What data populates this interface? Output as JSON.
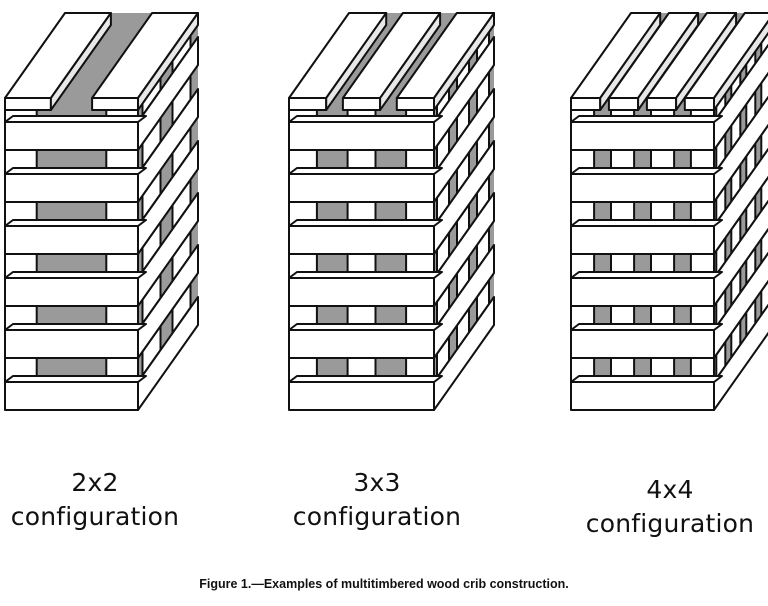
{
  "cribs": [
    {
      "id": "2x2",
      "size": "2x2",
      "word": "configuration",
      "timbers_per_layer": 2
    },
    {
      "id": "3x3",
      "size": "3x3",
      "word": "configuration",
      "timbers_per_layer": 3
    },
    {
      "id": "4x4",
      "size": "4x4",
      "word": "configuration",
      "timbers_per_layer": 4
    }
  ],
  "caption": "Figure 1.—Examples of multitimbered wood crib construction.",
  "colors": {
    "stroke": "#111111",
    "timber": "#ffffff",
    "void": "#9a9a9a"
  }
}
